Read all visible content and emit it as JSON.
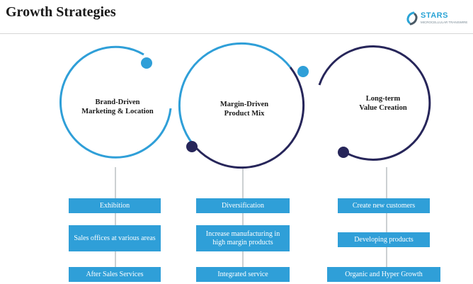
{
  "page": {
    "title": "Growth Strategies"
  },
  "logo": {
    "name": "STARS",
    "tagline": "MICROCELLULAR TRANSWIRE"
  },
  "pillars": [
    {
      "heading_line1": "Brand-Driven",
      "heading_line2": "Marketing & Location",
      "items": [
        "Exhibition",
        "Sales offices at various areas",
        "After Sales Services"
      ]
    },
    {
      "heading_line1": "Margin-Driven",
      "heading_line2": "Product Mix",
      "items": [
        "Diversification",
        "Increase manufacturing in high margin products",
        "Integrated service"
      ]
    },
    {
      "heading_line1": "Long-term",
      "heading_line2": "Value Creation",
      "items": [
        "Create new customers",
        "Developing products",
        "Organic and Hyper Growth"
      ]
    }
  ],
  "colors": {
    "light_blue": "#2f9fd8",
    "navy": "#27265a",
    "box_blue": "#2f9fd8"
  }
}
